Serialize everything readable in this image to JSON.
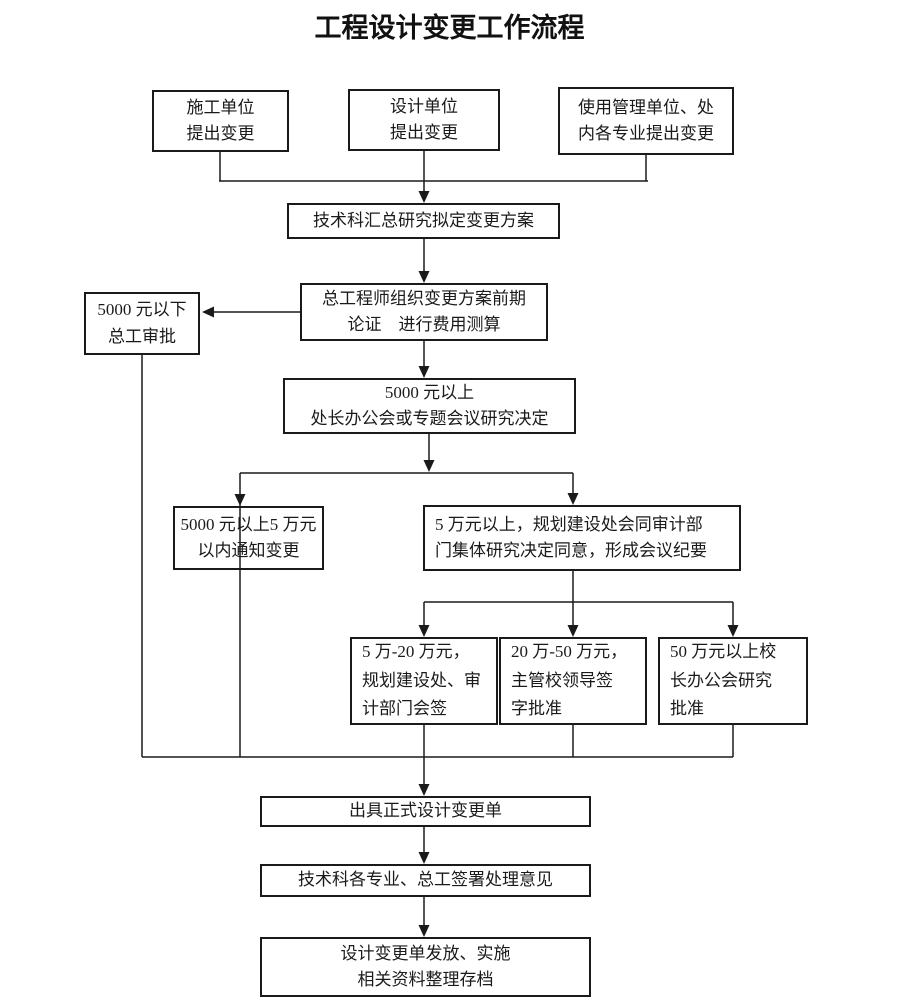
{
  "title": "工程设计变更工作流程",
  "colors": {
    "ink": "#1a1a1a",
    "paper": "#ffffff"
  },
  "nodes": {
    "construction": {
      "label": "施工单位\n提出变更"
    },
    "design": {
      "label": "设计单位\n提出变更"
    },
    "usage": {
      "label": "使用管理单位、处\n内各专业提出变更"
    },
    "tech_draft": {
      "label": "技术科汇总研究拟定变更方案"
    },
    "chief_eng": {
      "label": "总工程师组织变更方案前期\n论证　进行费用测算"
    },
    "under_5k": {
      "label": "5000 元以下\n总工审批"
    },
    "over_5k": {
      "label": "5000 元以上\n处长办公会或专题会议研究决定"
    },
    "btw_5k_50k": {
      "label": "5000 元以上5 万元\n以内通知变更"
    },
    "over_50k": {
      "label": "5 万元以上，规划建设处会同审计部\n门集体研究决定同意，形成会议纪要"
    },
    "btw_50k_200k": {
      "label": "5 万-20 万元，\n规划建设处、审\n计部门会签"
    },
    "btw_200k_500k": {
      "label": "20 万-50 万元，\n主管校领导签\n字批准"
    },
    "over_500k": {
      "label": "50 万元以上校\n长办公会研究\n批准"
    },
    "issue": {
      "label": "出具正式设计变更单"
    },
    "sign": {
      "label": "技术科各专业、总工签署处理意见"
    },
    "archive": {
      "label": "设计变更单发放、实施\n相关资料整理存档"
    }
  }
}
